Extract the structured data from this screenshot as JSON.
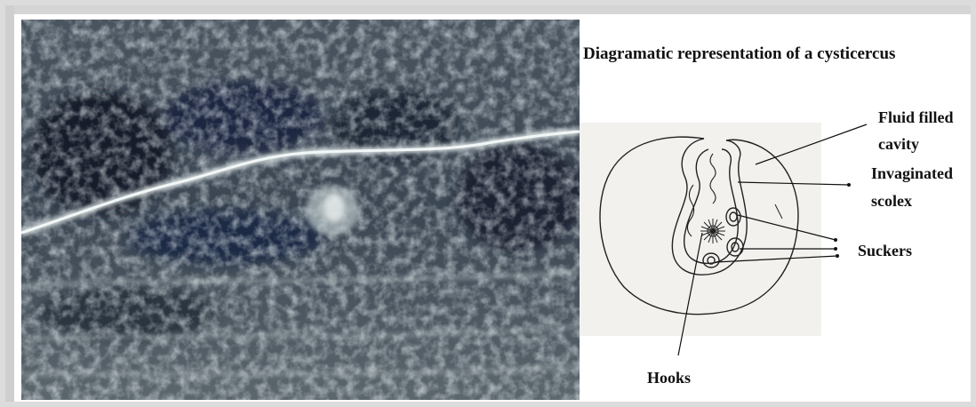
{
  "diagram": {
    "title": "Diagramatic representation of a cysticercus",
    "labels": {
      "fluid_line1": "Fluid filled",
      "fluid_line2": "cavity",
      "scolex_line1": "Invaginated",
      "scolex_line2": "scolex",
      "suckers": "Suckers",
      "hooks": "Hooks"
    }
  },
  "colors": {
    "ink": "#111111",
    "ultrasound_dark": "#1c2535",
    "ultrasound_bright": "#dfe6e6"
  }
}
